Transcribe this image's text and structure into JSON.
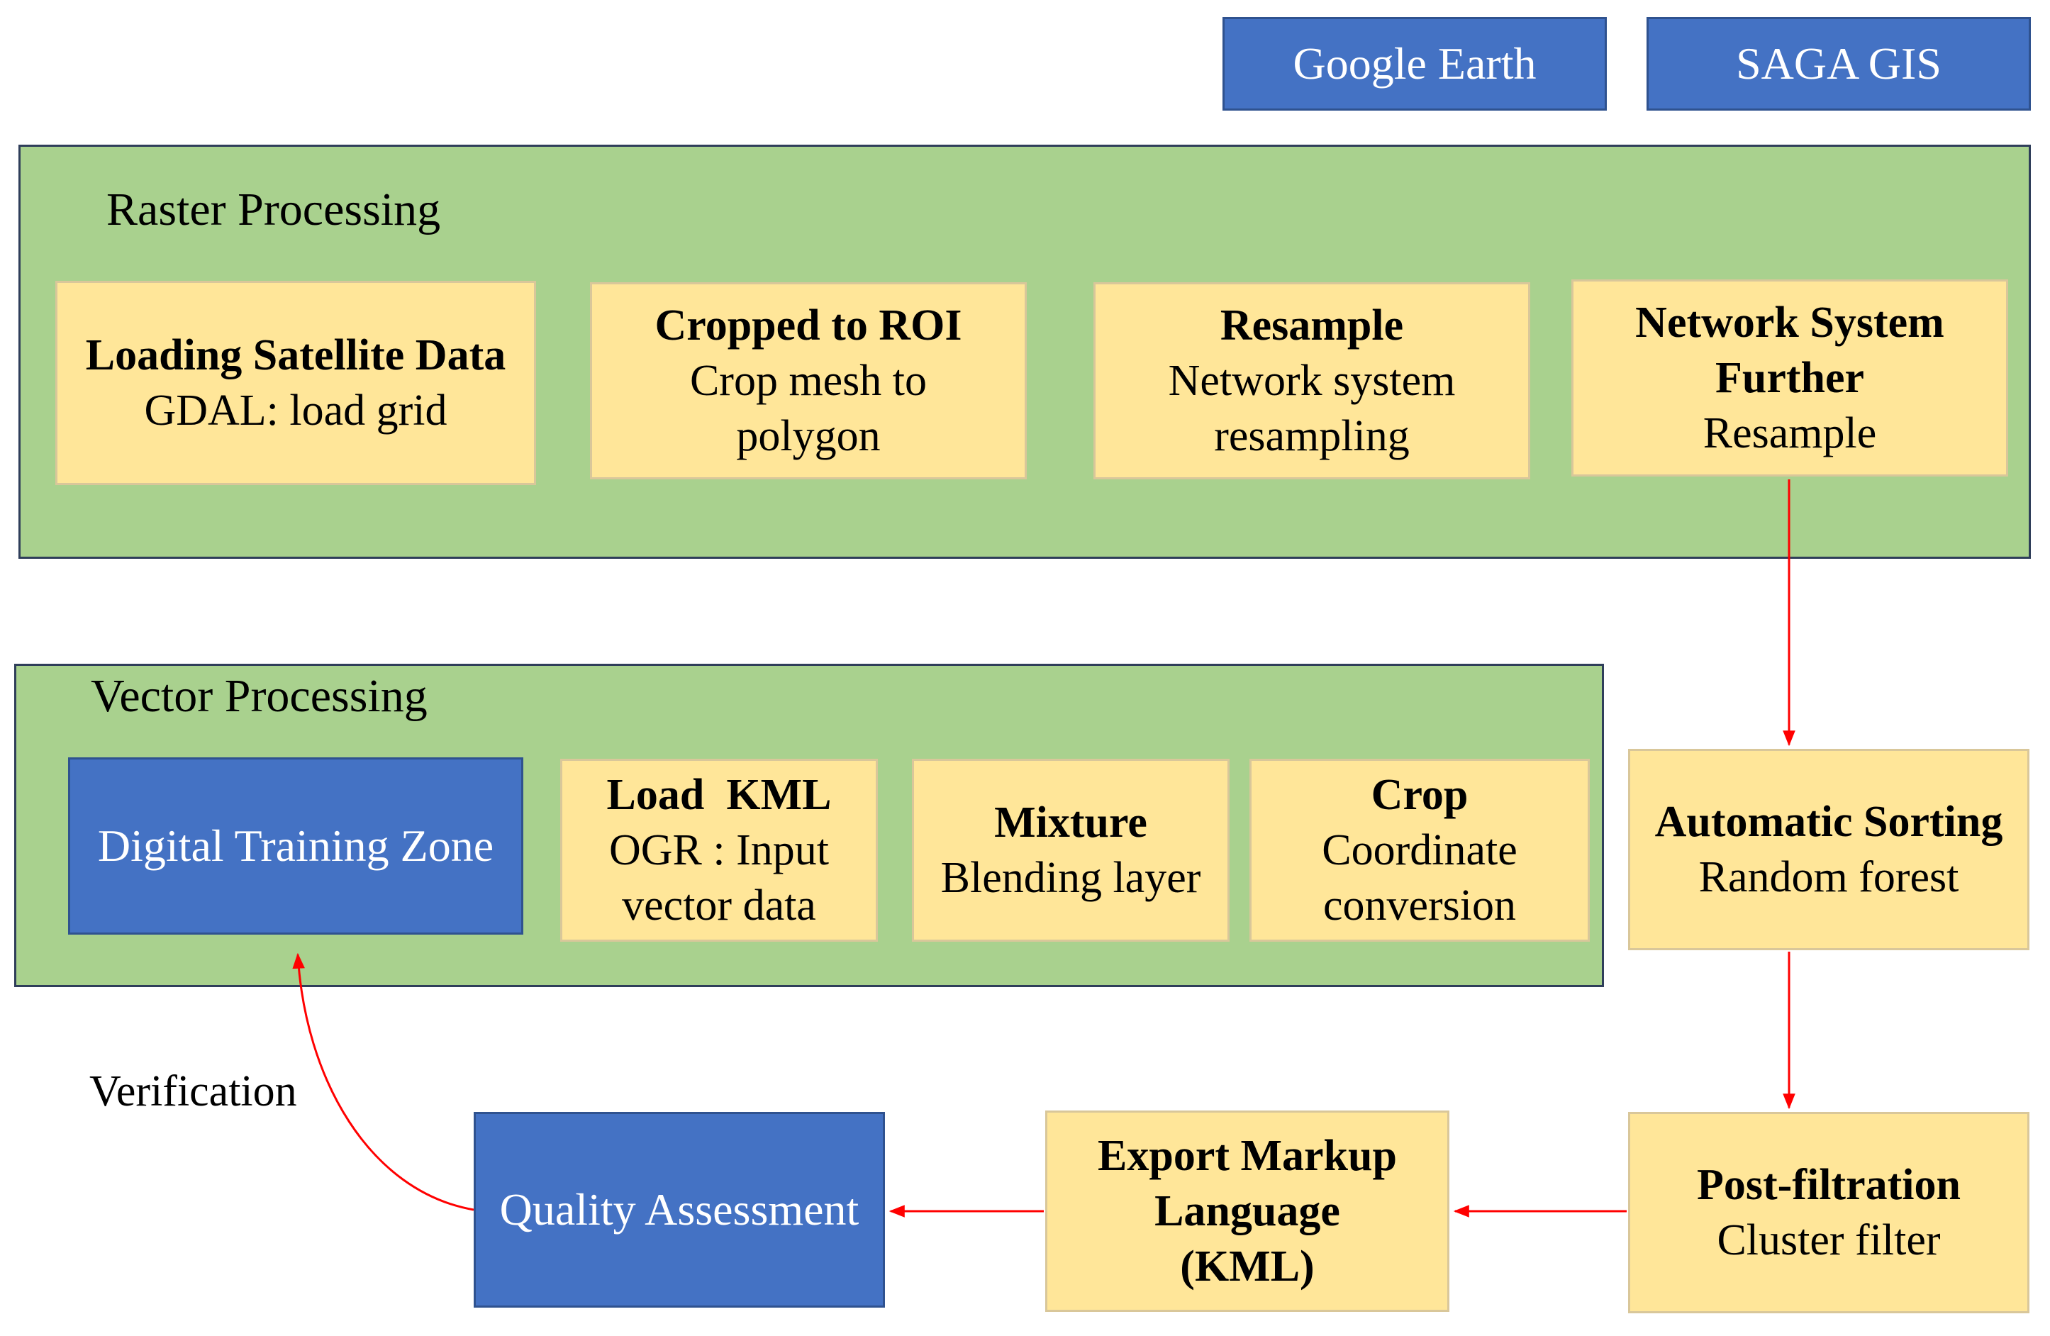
{
  "tools": [
    {
      "label": "Google Earth"
    },
    {
      "label": "SAGA GIS"
    }
  ],
  "raster": {
    "title": "Raster Processing",
    "steps": [
      {
        "title": "Loading Satellite Data",
        "desc": "GDAL: load grid"
      },
      {
        "title": "Cropped to ROI",
        "desc_1": "Crop mesh to",
        "desc_2": "polygon"
      },
      {
        "title": "Resample",
        "desc_1": "Network system",
        "desc_2": "resampling"
      },
      {
        "title_1": "Network System",
        "title_2": "Further",
        "desc": "Resample"
      }
    ]
  },
  "vector": {
    "title": "Vector Processing",
    "zone": "Digital Training Zone",
    "steps": [
      {
        "title": "Load  KML",
        "desc_1": "OGR : Input",
        "desc_2": "vector data"
      },
      {
        "title": "Mixture",
        "desc": "Blending layer"
      },
      {
        "title": "Crop",
        "desc_1": "Coordinate",
        "desc_2": "conversion"
      }
    ]
  },
  "classification": {
    "title": "Automatic Sorting",
    "desc": "Random forest"
  },
  "postfilter": {
    "title": "Post-filtration",
    "desc": "Cluster filter"
  },
  "export": {
    "title_1": "Export Markup",
    "title_2": "Language",
    "title_3": "(KML)"
  },
  "quality": "Quality Assessment",
  "verification": "Verification",
  "colors": {
    "blue_box": "#4472c4",
    "group_fill": "#a9d18e",
    "step_fill": "#ffe699",
    "arrow": "#ff0000"
  }
}
